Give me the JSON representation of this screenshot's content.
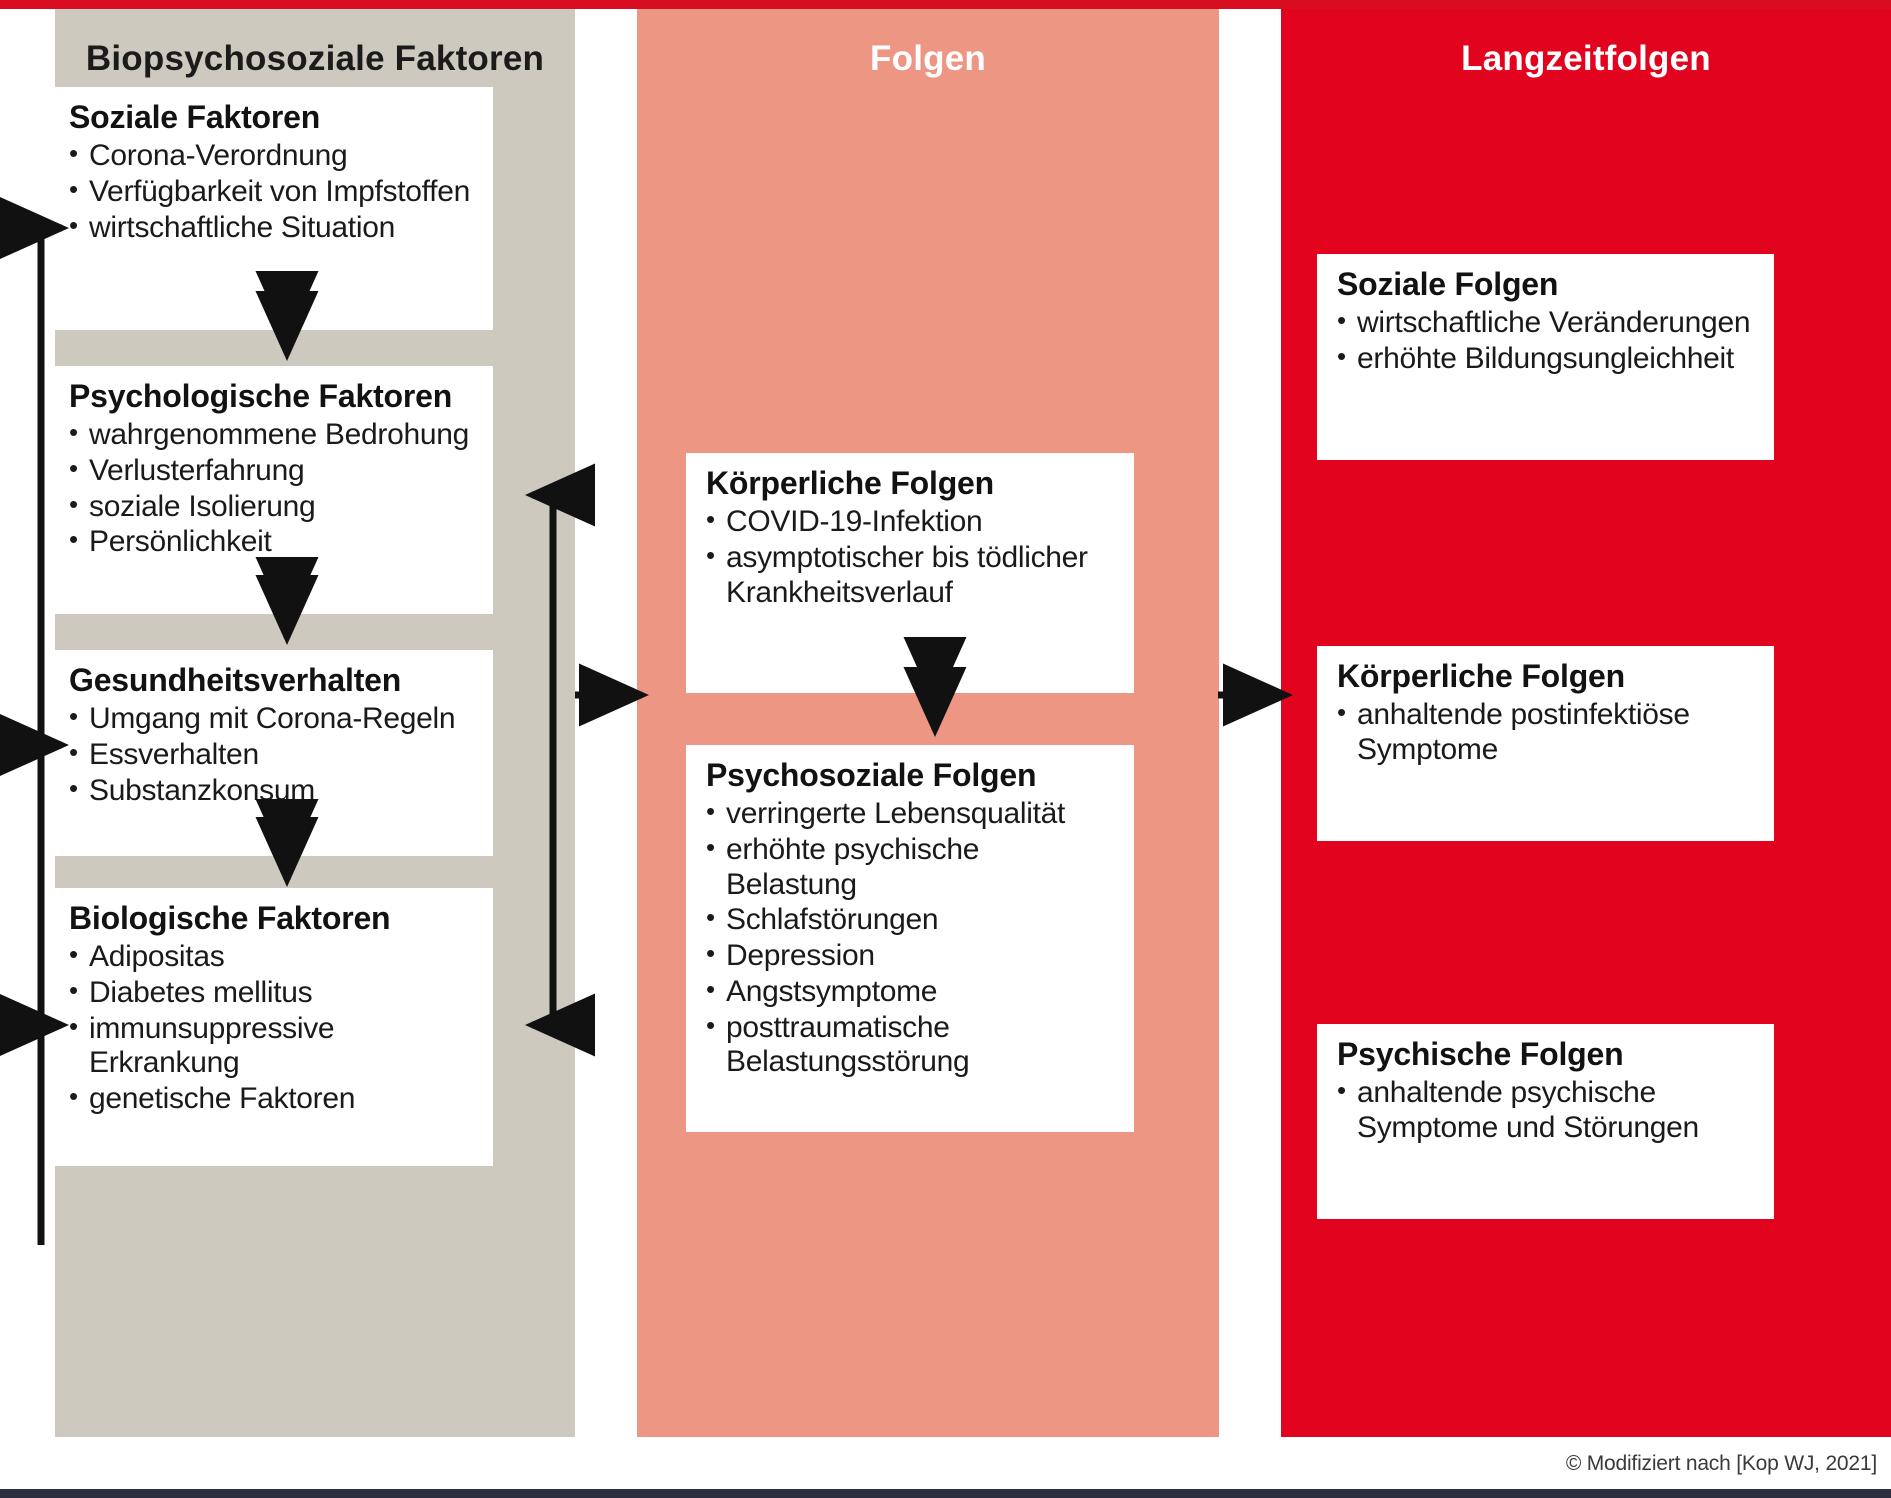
{
  "colors": {
    "column_factors_bg": "#cdc9bf",
    "column_consequences_bg": "#ec9683",
    "column_longterm_bg": "#e2031f",
    "card_bg": "#ffffff",
    "text_dark": "#1a1a1a",
    "text_light": "#ffffff",
    "rule_top": "#d80d22",
    "rule_bottom": "#2c2f3f",
    "arrow": "#111111"
  },
  "columns": [
    {
      "id": "biopsychosocial-factors",
      "title": "Biopsychosoziale Faktoren",
      "cards": [
        {
          "id": "soziale-faktoren",
          "heading": "Soziale Faktoren",
          "items": [
            "Corona-Verordnung",
            "Verfügbarkeit von Impfstoffen",
            "wirtschaftliche Situation"
          ]
        },
        {
          "id": "psychologische-faktoren",
          "heading": "Psychologische Faktoren",
          "items": [
            "wahrgenommene Bedrohung",
            "Verlusterfahrung",
            "soziale Isolierung",
            "Persönlichkeit"
          ]
        },
        {
          "id": "gesundheitsverhalten",
          "heading": "Gesundheitsverhalten",
          "items": [
            "Umgang mit Corona-Regeln",
            "Essverhalten",
            "Substanzkonsum"
          ]
        },
        {
          "id": "biologische-faktoren",
          "heading": "Biologische Faktoren",
          "items": [
            "Adipositas",
            "Diabetes mellitus",
            "immunsuppressive Erkrankung",
            "genetische Faktoren"
          ]
        }
      ]
    },
    {
      "id": "consequences",
      "title": "Folgen",
      "cards": [
        {
          "id": "koerperliche-folgen",
          "heading": "Körperliche Folgen",
          "items": [
            "COVID-19-Infektion",
            "asymptotischer bis tödlicher Krankheitsverlauf"
          ]
        },
        {
          "id": "psychosoziale-folgen",
          "heading": "Psychosoziale Folgen",
          "items": [
            "verringerte Lebensqualität",
            "erhöhte psychische Belastung",
            "Schlafstörungen",
            "Depression",
            "Angstsymptome",
            "posttraumatische Belastungsstörung"
          ]
        }
      ]
    },
    {
      "id": "long-term-consequences",
      "title": "Langzeitfolgen",
      "cards": [
        {
          "id": "soziale-folgen-lang",
          "heading": "Soziale Folgen",
          "items": [
            "wirtschaftliche Veränderungen",
            "erhöhte Bildungsungleichheit"
          ]
        },
        {
          "id": "koerperliche-folgen-lang",
          "heading": "Körperliche Folgen",
          "items": [
            "anhaltende postinfektiöse Symptome"
          ]
        },
        {
          "id": "psychische-folgen-lang",
          "heading": "Psychische Folgen",
          "items": [
            "anhaltende psychische Symptome und Störungen"
          ]
        }
      ]
    }
  ],
  "connectors": [
    {
      "id": "soziale-psychologische",
      "kind": "double-vertical"
    },
    {
      "id": "psychologische-gesundheitsverhalten",
      "kind": "double-vertical"
    },
    {
      "id": "gesundheitsverhalten-biologische",
      "kind": "double-vertical"
    },
    {
      "id": "faktoren-to-folgen",
      "kind": "single-right"
    },
    {
      "id": "folgen-to-langzeitfolgen",
      "kind": "single-right"
    },
    {
      "id": "koerperliche-psychosoziale",
      "kind": "double-vertical"
    },
    {
      "id": "feedback-left-loop",
      "kind": "loop-right-arrowheads"
    },
    {
      "id": "feedback-right-loop",
      "kind": "loop-left-arrowheads"
    }
  ],
  "caption": "© Modifiziert nach [Kop WJ, 2021]"
}
